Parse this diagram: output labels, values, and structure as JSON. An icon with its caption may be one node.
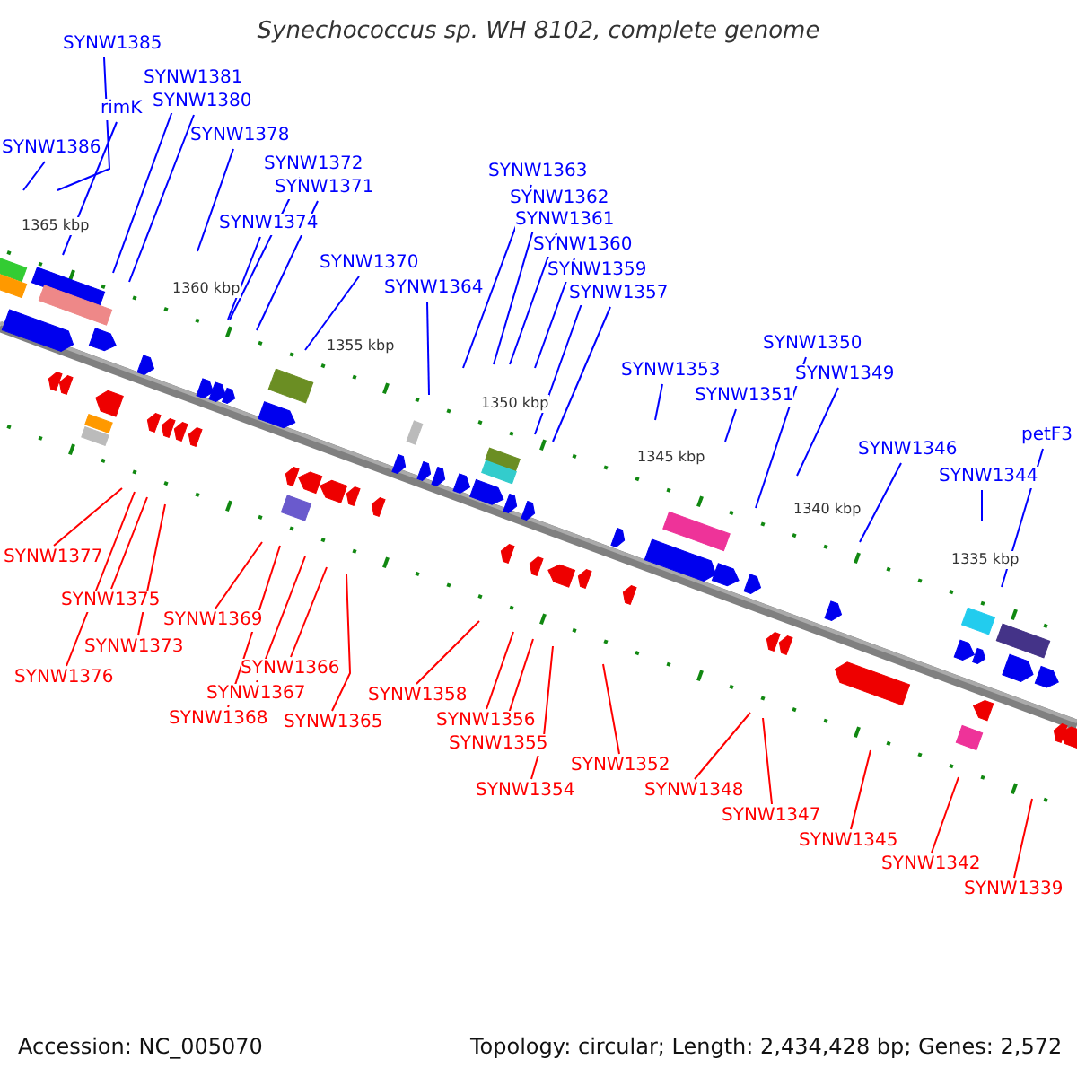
{
  "diagram": {
    "title": "Synechococcus sp. WH 8102, complete genome",
    "nodes": [
      {
        "text": [
          "SYNW1385"
        ]
      },
      {
        "text": [
          "SYNW1381"
        ]
      },
      {
        "text": [
          "SYNW1380"
        ]
      },
      {
        "text": [
          "rimK"
        ]
      },
      {
        "text": [
          "SYNW1386"
        ]
      },
      {
        "text": [
          "SYNW1378"
        ]
      },
      {
        "text": [
          "SYNW1372"
        ]
      },
      {
        "text": [
          "SYNW1371"
        ]
      },
      {
        "text": [
          "SYNW1374"
        ]
      },
      {
        "text": [
          "SYNW1370"
        ]
      },
      {
        "text": [
          "SYNW1364"
        ]
      },
      {
        "text": [
          "SYNW1363"
        ]
      },
      {
        "text": [
          "SYNW1362"
        ]
      },
      {
        "text": [
          "SYNW1361"
        ]
      },
      {
        "text": [
          "SYNW1360"
        ]
      },
      {
        "text": [
          "SYNW1359"
        ]
      },
      {
        "text": [
          "SYNW1357"
        ]
      },
      {
        "text": [
          "SYNW1353"
        ]
      },
      {
        "text": [
          "SYNW1351"
        ]
      },
      {
        "text": [
          "SYNW1350"
        ]
      },
      {
        "text": [
          "SYNW1349"
        ]
      },
      {
        "text": [
          "SYNW1346"
        ]
      },
      {
        "text": [
          "SYNW1344"
        ]
      },
      {
        "text": [
          "petF3"
        ]
      },
      {
        "text": [
          "SYNW1377"
        ]
      },
      {
        "text": [
          "SYNW1375"
        ]
      },
      {
        "text": [
          "SYNW1373"
        ]
      },
      {
        "text": [
          "SYNW1376"
        ]
      },
      {
        "text": [
          "SYNW1369"
        ]
      },
      {
        "text": [
          "SYNW1368"
        ]
      },
      {
        "text": [
          "SYNW1367"
        ]
      },
      {
        "text": [
          "SYNW1366"
        ]
      },
      {
        "text": [
          "SYNW1365"
        ]
      },
      {
        "text": [
          "SYNW1358"
        ]
      },
      {
        "text": [
          "SYNW1356"
        ]
      },
      {
        "text": [
          "SYNW1355"
        ]
      },
      {
        "text": [
          "SYNW1354"
        ]
      },
      {
        "text": [
          "SYNW1352"
        ]
      },
      {
        "text": [
          "SYNW1348"
        ]
      },
      {
        "text": [
          "SYNW1347"
        ]
      },
      {
        "text": [
          "SYNW1345"
        ]
      },
      {
        "text": [
          "SYNW1342"
        ]
      },
      {
        "text": [
          "SYNW1339"
        ]
      }
    ],
    "edges": [
      {
        "from": 0,
        "to": null,
        "arrow": "none"
      },
      {
        "from": 1,
        "to": null,
        "arrow": "none"
      },
      {
        "from": 2,
        "to": null,
        "arrow": "none"
      },
      {
        "from": 3,
        "to": null,
        "arrow": "none"
      },
      {
        "from": 4,
        "to": null,
        "arrow": "none"
      },
      {
        "from": 5,
        "to": null,
        "arrow": "none"
      },
      {
        "from": 6,
        "to": null,
        "arrow": "none"
      },
      {
        "from": 7,
        "to": null,
        "arrow": "none"
      },
      {
        "from": 8,
        "to": null,
        "arrow": "none"
      },
      {
        "from": 9,
        "to": null,
        "arrow": "none"
      },
      {
        "from": 10,
        "to": null,
        "arrow": "none"
      },
      {
        "from": 11,
        "to": null,
        "arrow": "none"
      },
      {
        "from": 12,
        "to": null,
        "arrow": "none"
      },
      {
        "from": 13,
        "to": null,
        "arrow": "none"
      },
      {
        "from": 14,
        "to": null,
        "arrow": "none"
      },
      {
        "from": 15,
        "to": null,
        "arrow": "none"
      },
      {
        "from": 16,
        "to": null,
        "arrow": "none"
      },
      {
        "from": 17,
        "to": null,
        "arrow": "none"
      },
      {
        "from": 18,
        "to": null,
        "arrow": "none"
      },
      {
        "from": 19,
        "to": null,
        "arrow": "none"
      },
      {
        "from": 20,
        "to": null,
        "arrow": "none"
      },
      {
        "from": 21,
        "to": null,
        "arrow": "none"
      },
      {
        "from": 22,
        "to": null,
        "arrow": "none"
      },
      {
        "from": 23,
        "to": null,
        "arrow": "none"
      },
      {
        "from": 24,
        "to": null,
        "arrow": "none",
        "color": "#ff0000"
      },
      {
        "from": 25,
        "to": null,
        "arrow": "none",
        "color": "#ff0000"
      },
      {
        "from": 26,
        "to": null,
        "arrow": "none",
        "color": "#ff0000"
      },
      {
        "from": 27,
        "to": null,
        "arrow": "none",
        "color": "#ff0000"
      },
      {
        "from": 28,
        "to": null,
        "arrow": "none",
        "color": "#ff0000"
      },
      {
        "from": 29,
        "to": null,
        "arrow": "none",
        "color": "#ff0000"
      },
      {
        "from": 30,
        "to": null,
        "arrow": "none",
        "color": "#ff0000"
      },
      {
        "from": 31,
        "to": null,
        "arrow": "none",
        "color": "#ff0000"
      },
      {
        "from": 32,
        "to": null,
        "arrow": "none",
        "color": "#ff0000"
      },
      {
        "from": 33,
        "to": null,
        "arrow": "none",
        "color": "#ff0000"
      },
      {
        "from": 34,
        "to": null,
        "arrow": "none",
        "color": "#ff0000"
      },
      {
        "from": 35,
        "to": null,
        "arrow": "none",
        "color": "#ff0000"
      },
      {
        "from": 36,
        "to": null,
        "arrow": "none",
        "color": "#ff0000"
      },
      {
        "from": 37,
        "to": null,
        "arrow": "none",
        "color": "#ff0000"
      },
      {
        "from": 38,
        "to": null,
        "arrow": "none",
        "color": "#ff0000"
      },
      {
        "from": 39,
        "to": null,
        "arrow": "none",
        "color": "#ff0000"
      },
      {
        "from": 40,
        "to": null,
        "arrow": "none",
        "color": "#ff0000"
      },
      {
        "from": 41,
        "to": null,
        "arrow": "none",
        "color": "#ff0000"
      },
      {
        "from": 42,
        "to": null,
        "arrow": "none",
        "color": "#ff0000"
      }
    ],
    "labels": [
      "1365 kbp",
      "1360 kbp",
      "1355 kbp",
      "1350 kbp",
      "1345 kbp",
      "1340 kbp",
      "1335 kbp",
      "Accession: NC_005070",
      "Topology: circular; Length: 2,434,428 bp; Genes: 2,572"
    ]
  }
}
